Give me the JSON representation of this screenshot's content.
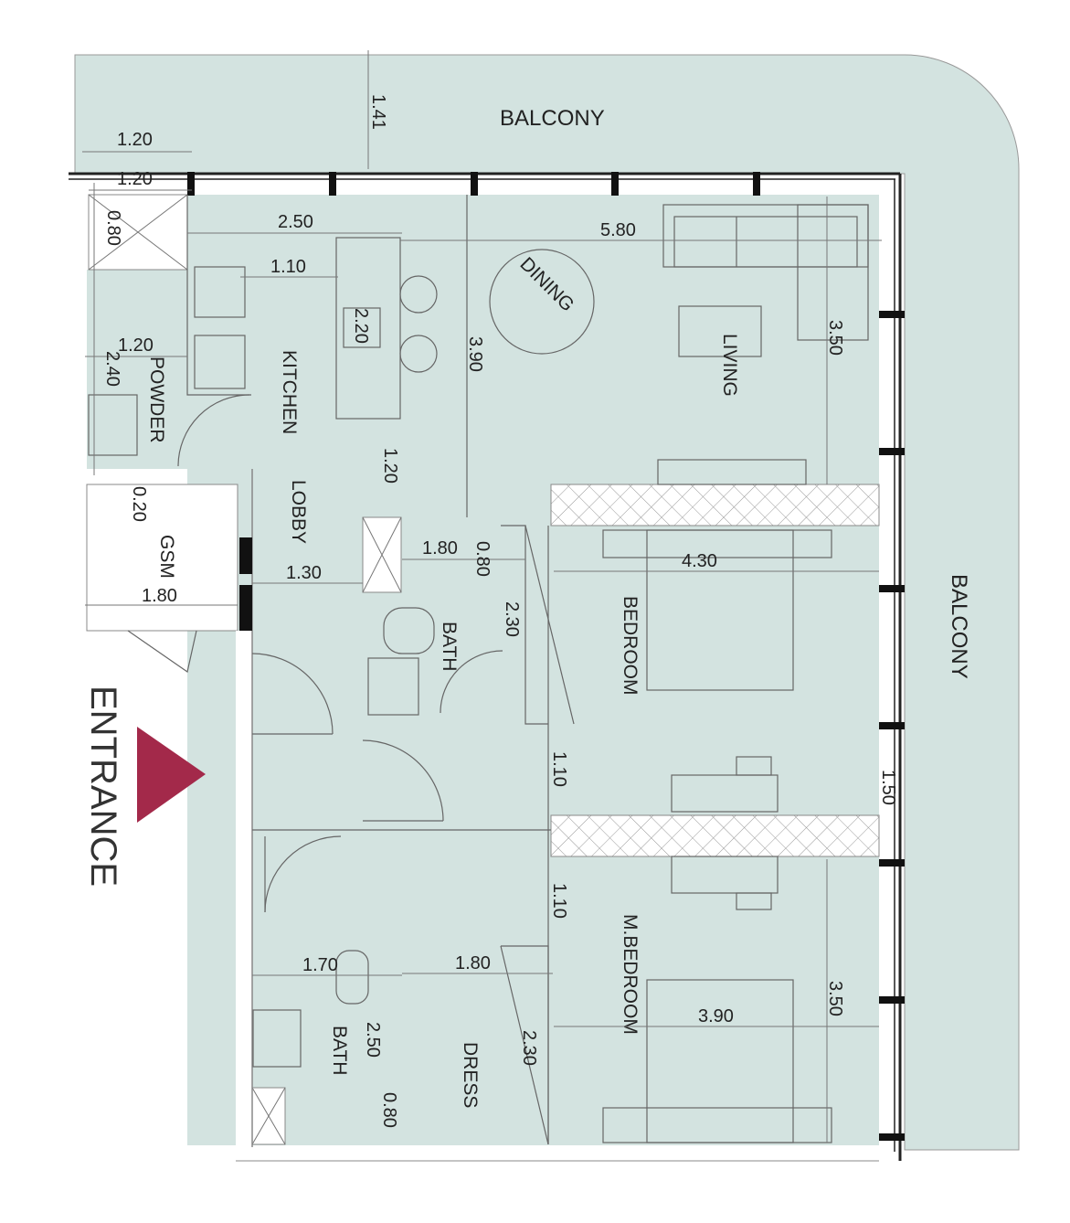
{
  "colors": {
    "floor": "#d3e3e0",
    "entrance_marker": "#a3294a",
    "wall": "#222222"
  },
  "rooms": {
    "balcony_top": "BALCONY",
    "balcony_right": "BALCONY",
    "dining": "DINING",
    "living": "LIVING",
    "kitchen": "KITCHEN",
    "powder": "POWDER",
    "gsm": "GSM",
    "lobby": "LOBBY",
    "bath1": "BATH",
    "bedroom": "BEDROOM",
    "mbedroom": "M.BEDROOM",
    "bath2": "BATH",
    "dress": "DRESS"
  },
  "entrance": {
    "label": "ENTRANCE",
    "icon": "triangle-arrow-right"
  },
  "dimensions": {
    "balcony_top_w": "1.20",
    "balcony_depth": "1.41",
    "wall_w": "1.20",
    "shaft_h": "0.80",
    "kitchen_w": "2.50",
    "living_w": "5.80",
    "kitchen_counter": "1.10",
    "island": "2.20",
    "dining_h": "3.90",
    "living_h": "3.50",
    "powder_w": "1.20",
    "powder_h": "2.40",
    "kitchen_gap": "1.20",
    "gsm_gap": "0.20",
    "gsm_w": "1.80",
    "lobby_w": "1.30",
    "bath1_w": "1.80",
    "bath1_shaft": "0.80",
    "bedroom_w": "4.30",
    "bath1_h": "2.30",
    "corridor1": "1.10",
    "balcony_right_w": "1.50",
    "corridor2": "1.10",
    "bath2_w": "1.70",
    "dress_w": "1.80",
    "mbed_w": "3.90",
    "mbed_h": "3.50",
    "bath2_h": "2.50",
    "dress_h": "2.30",
    "bath2_shaft": "0.80"
  }
}
